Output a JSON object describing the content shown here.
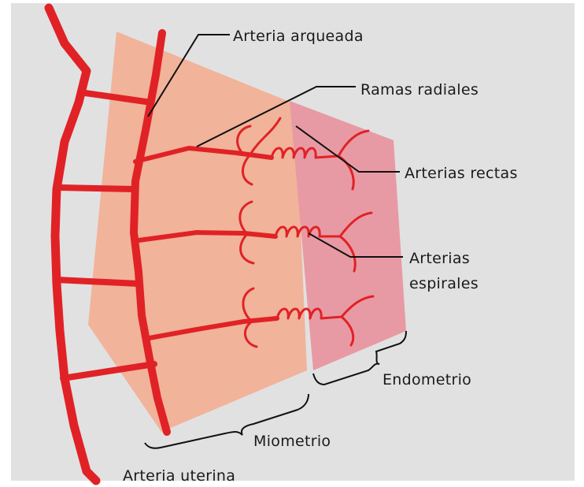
{
  "labels": {
    "arteria_arqueada": "Arteria arqueada",
    "ramas_radiales": "Ramas radiales",
    "arterias_rectas": "Arterias rectas",
    "arterias_espirales_1": "Arterias",
    "arterias_espirales_2": "espirales",
    "endometrio": "Endometrio",
    "miometrio": "Miometrio",
    "arteria_uterina": "Arteria uterina"
  },
  "colors": {
    "background": "#e1e1e1",
    "myometrium": "#f1b39a",
    "endometrium": "#e89aa4",
    "artery": "#e02226",
    "leader_line": "#111111"
  }
}
